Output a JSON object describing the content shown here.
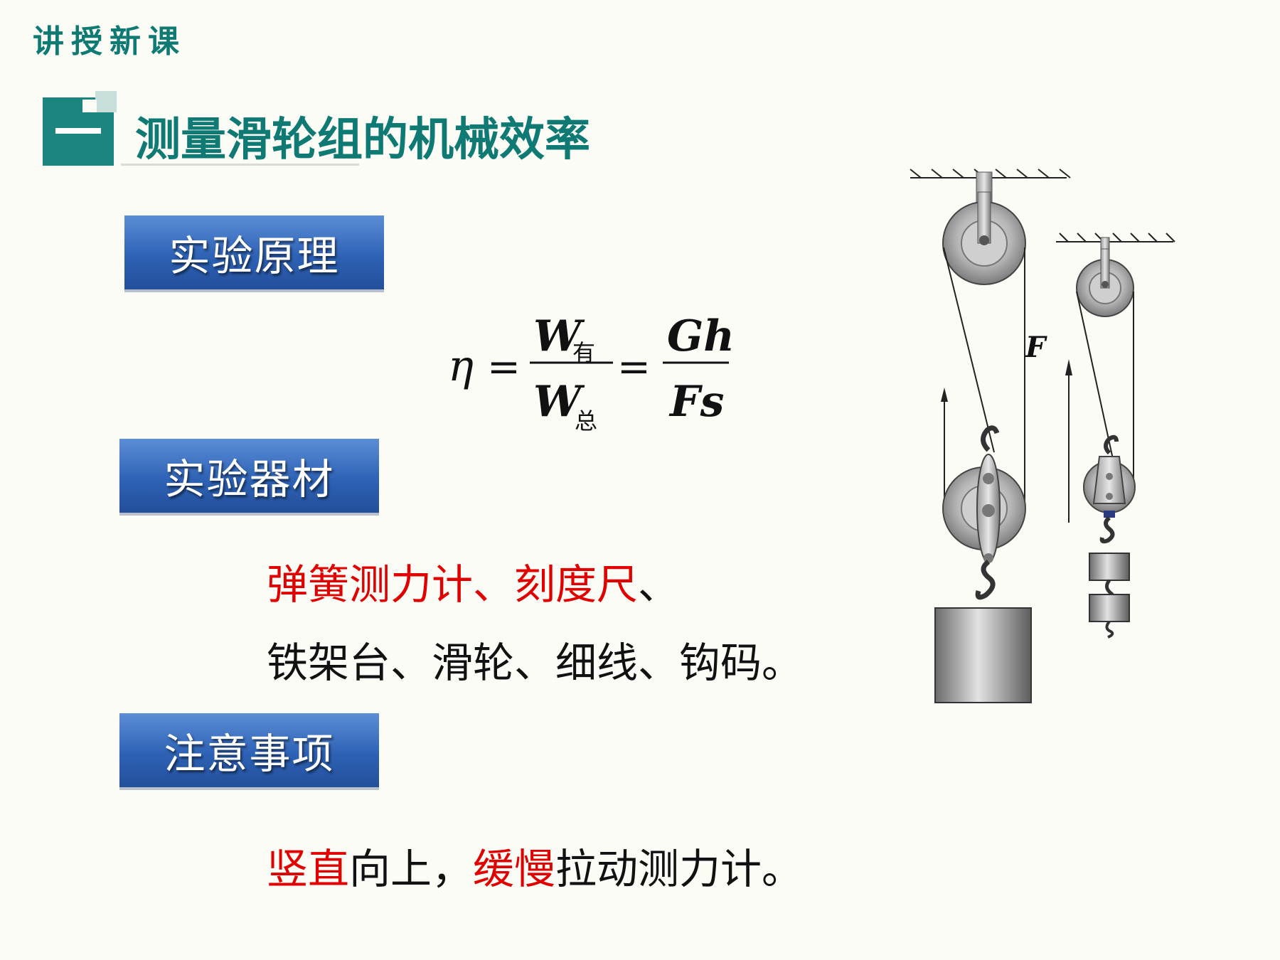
{
  "header": {
    "label": "讲授新课"
  },
  "section": {
    "number": "一",
    "title": "测量滑轮组的机械效率"
  },
  "tags": {
    "principle": "实验原理",
    "equipment": "实验器材",
    "notes": "注意事项"
  },
  "formula": {
    "eta": "η",
    "eq": "=",
    "w": "W",
    "useful_sub": "有",
    "total_sub": "总",
    "num2": "Gh",
    "den2": "Fs"
  },
  "equipment": {
    "red_part": "弹簧测力计、刻度尺",
    "red_tail": "、",
    "line2": "铁架台、滑轮、细线、钩码。"
  },
  "notes": {
    "red1": "竖直",
    "black1": "向上，",
    "red2": "缓慢",
    "black2": "拉动测力计。"
  },
  "diagram": {
    "force_label": "F"
  },
  "colors": {
    "accent": "#0e7a73",
    "tag_blue": "#2e62b5",
    "highlight_red": "#e00000"
  }
}
